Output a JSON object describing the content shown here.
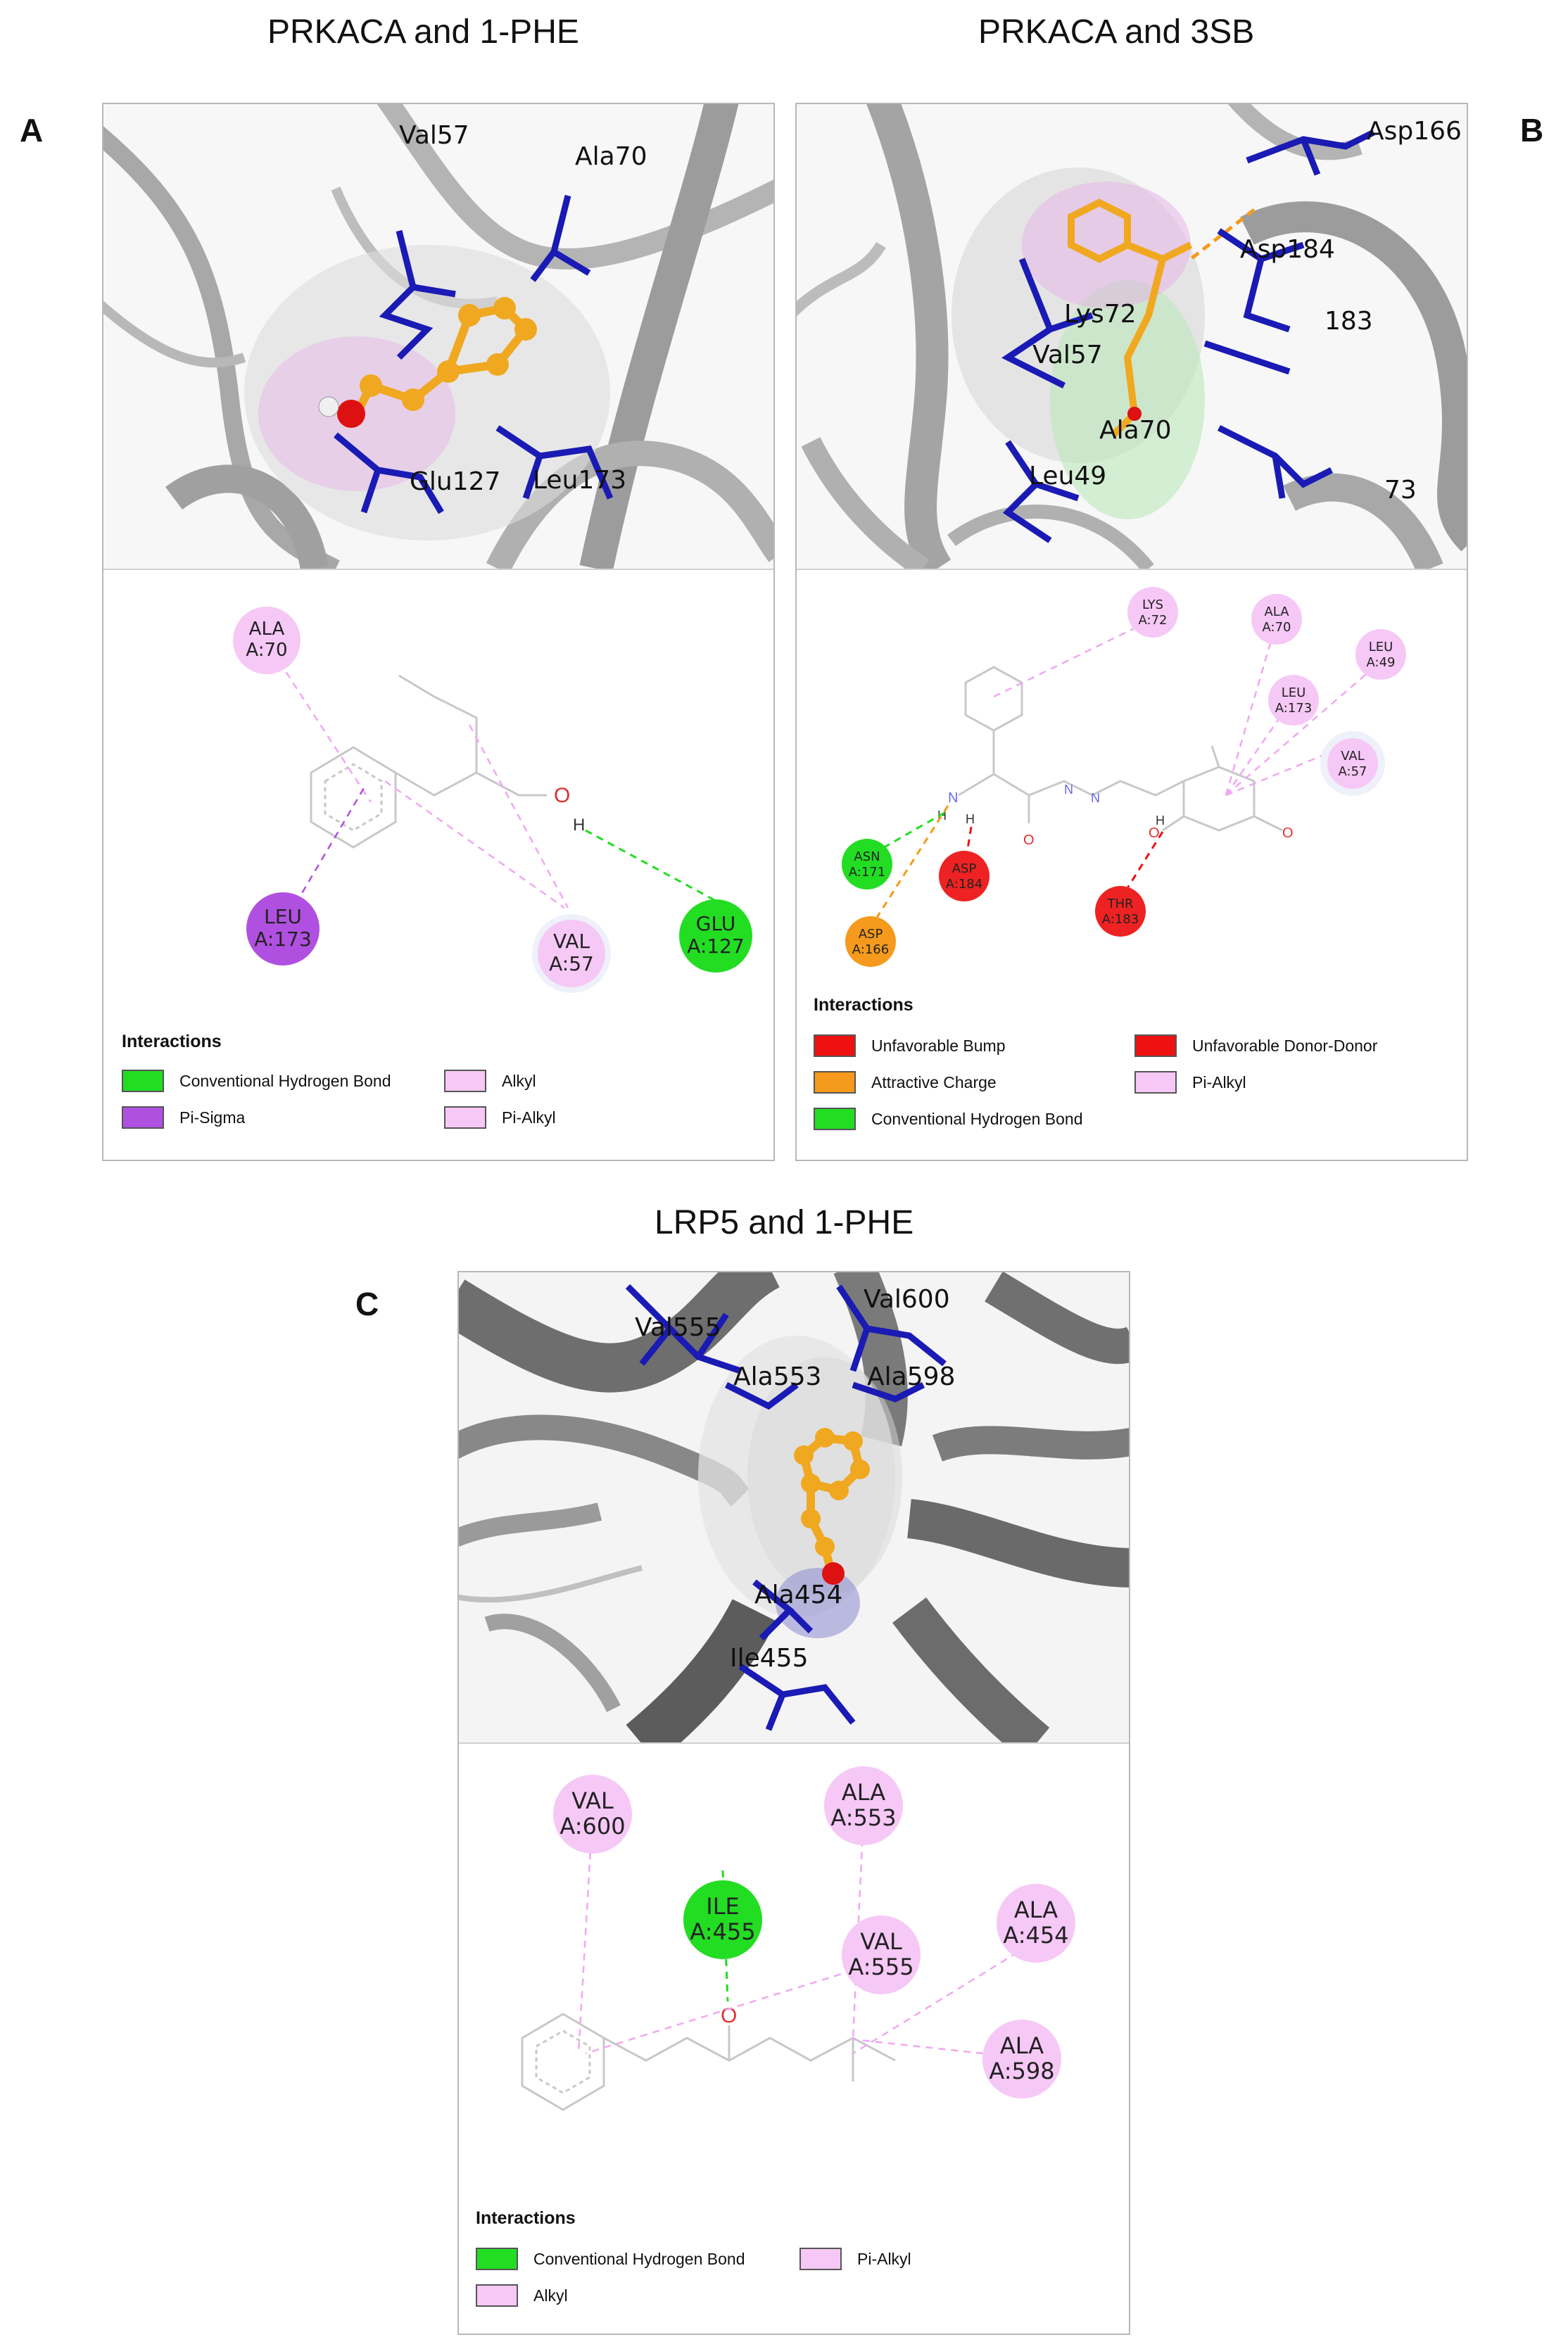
{
  "panelA": {
    "title": "PRKACA and 1-PHE",
    "letter": "A",
    "labels3d": [
      "Val57",
      "Ala70",
      "Glu127",
      "Leu173"
    ],
    "residues": [
      {
        "name": "ALA",
        "id": "A:70",
        "type": "Alkyl"
      },
      {
        "name": "LEU",
        "id": "A:173",
        "type": "Pi-Sigma"
      },
      {
        "name": "VAL",
        "id": "A:57",
        "type": "Alkyl"
      },
      {
        "name": "GLU",
        "id": "A:127",
        "type": "Conventional Hydrogen Bond"
      }
    ],
    "atoms": [
      "O",
      "H"
    ],
    "legend_title": "Interactions",
    "legend": [
      "Conventional Hydrogen Bond",
      "Pi-Sigma",
      "Alkyl",
      "Pi-Alkyl"
    ]
  },
  "panelB": {
    "title": "PRKACA and 3SB",
    "letter": "B",
    "labels3d": [
      "Asp166",
      "Asp184",
      "Lys72",
      "Val57",
      "Ala70",
      "Leu49",
      "183",
      "73"
    ],
    "residues": [
      {
        "name": "LYS",
        "id": "A:72",
        "type": "Pi-Alkyl"
      },
      {
        "name": "ALA",
        "id": "A:70",
        "type": "Pi-Alkyl"
      },
      {
        "name": "LEU",
        "id": "A:49",
        "type": "Pi-Alkyl"
      },
      {
        "name": "LEU",
        "id": "A:173",
        "type": "Pi-Alkyl"
      },
      {
        "name": "VAL",
        "id": "A:57",
        "type": "Pi-Alkyl"
      },
      {
        "name": "ASN",
        "id": "A:171",
        "type": "Conventional Hydrogen Bond"
      },
      {
        "name": "ASP",
        "id": "A:184",
        "type": "Unfavorable Donor-Donor"
      },
      {
        "name": "THR",
        "id": "A:183",
        "type": "Unfavorable Donor-Donor"
      },
      {
        "name": "ASP",
        "id": "A:166",
        "type": "Attractive Charge"
      }
    ],
    "atoms": [
      "N",
      "H",
      "H",
      "O",
      "N",
      "N",
      "O",
      "O",
      "H"
    ],
    "legend_title": "Interactions",
    "legend": [
      "Unfavorable Bump",
      "Unfavorable Donor-Donor",
      "Attractive Charge",
      "Pi-Alkyl",
      "Conventional Hydrogen Bond"
    ]
  },
  "panelC": {
    "title": "LRP5 and 1-PHE",
    "letter": "C",
    "labels3d": [
      "Val555",
      "Val600",
      "Ala553",
      "Ala598",
      "Ala454",
      "Ile455"
    ],
    "residues": [
      {
        "name": "VAL",
        "id": "A:600",
        "type": "Pi-Alkyl"
      },
      {
        "name": "ALA",
        "id": "A:553",
        "type": "Alkyl"
      },
      {
        "name": "ILE",
        "id": "A:455",
        "type": "Conventional Hydrogen Bond"
      },
      {
        "name": "VAL",
        "id": "A:555",
        "type": "Alkyl"
      },
      {
        "name": "ALA",
        "id": "A:454",
        "type": "Alkyl"
      },
      {
        "name": "ALA",
        "id": "A:598",
        "type": "Alkyl"
      }
    ],
    "atoms": [
      "O"
    ],
    "legend_title": "Interactions",
    "legend": [
      "Conventional Hydrogen Bond",
      "Pi-Alkyl",
      "Alkyl"
    ]
  },
  "colors": {
    "hbond": "#22dd22",
    "pi_sigma": "#b050e0",
    "alkyl": "#f6c8f6",
    "bump": "#ee1111",
    "charge": "#f59a1c",
    "ribbon": "#a8a8a8",
    "stick": "#1a1ab4",
    "ligand": "#f0a820"
  }
}
